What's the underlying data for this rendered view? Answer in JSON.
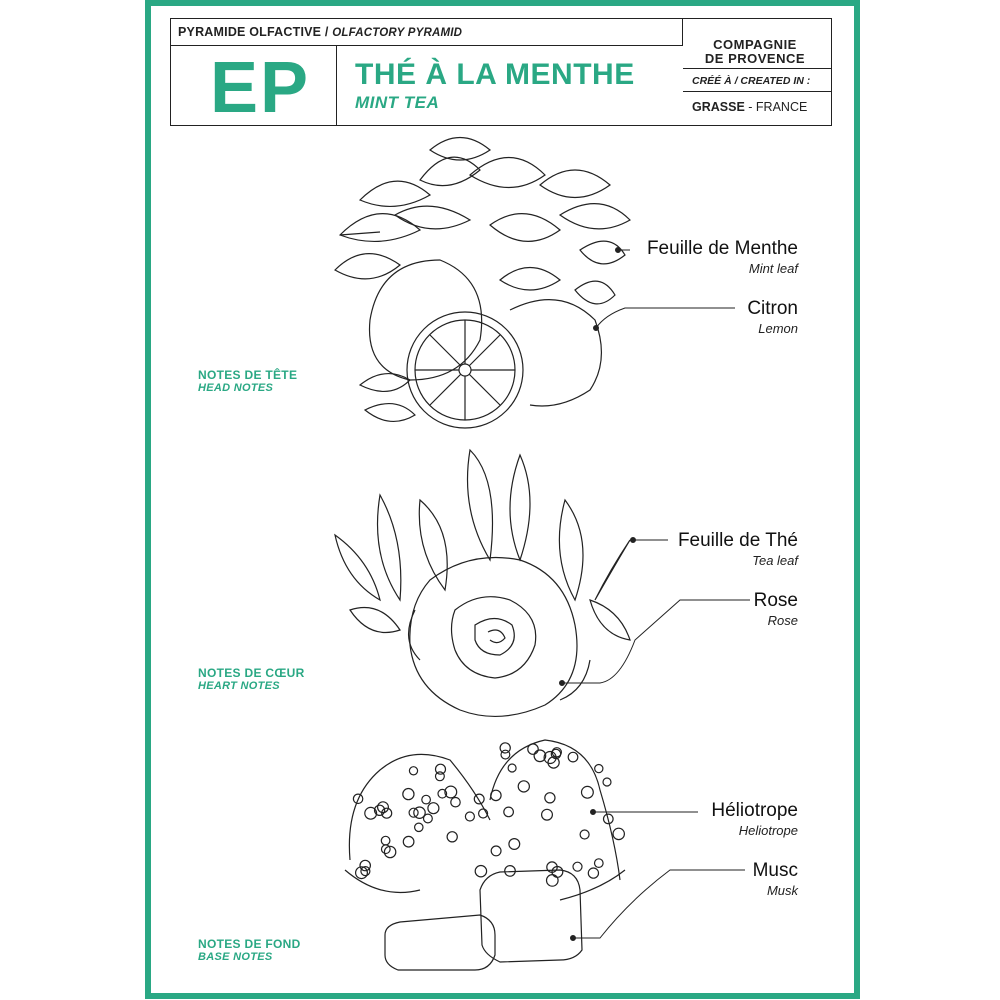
{
  "header": {
    "pyramid_fr": "PYRAMIDE OLFACTIVE /",
    "pyramid_en": "OLFACTORY PYRAMID",
    "code": "EP",
    "title": "THÉ À LA MENTHE",
    "subtitle": "MINT TEA",
    "brand_line1": "COMPAGNIE",
    "brand_line2": "DE PROVENCE",
    "created_label": "CRÉÉ À / CREATED IN :",
    "city": "GRASSE",
    "country": "- FRANCE"
  },
  "tiers": [
    {
      "fr": "NOTES DE TÊTE",
      "en": "HEAD NOTES"
    },
    {
      "fr": "NOTES DE CŒUR",
      "en": "HEART NOTES"
    },
    {
      "fr": "NOTES DE FOND",
      "en": "BASE NOTES"
    }
  ],
  "ingredients": [
    {
      "fr": "Feuille de Menthe",
      "en": "Mint leaf"
    },
    {
      "fr": "Citron",
      "en": "Lemon"
    },
    {
      "fr": "Feuille de Thé",
      "en": "Tea leaf"
    },
    {
      "fr": "Rose",
      "en": "Rose"
    },
    {
      "fr": "Héliotrope",
      "en": "Heliotrope"
    },
    {
      "fr": "Musc",
      "en": "Musk"
    }
  ],
  "colors": {
    "accent": "#2aa884",
    "ink": "#222222"
  },
  "illustrations": [
    "mint-leaves",
    "lemon",
    "tea-leaves",
    "rose",
    "heliotrope-flowers",
    "musk-pods"
  ]
}
